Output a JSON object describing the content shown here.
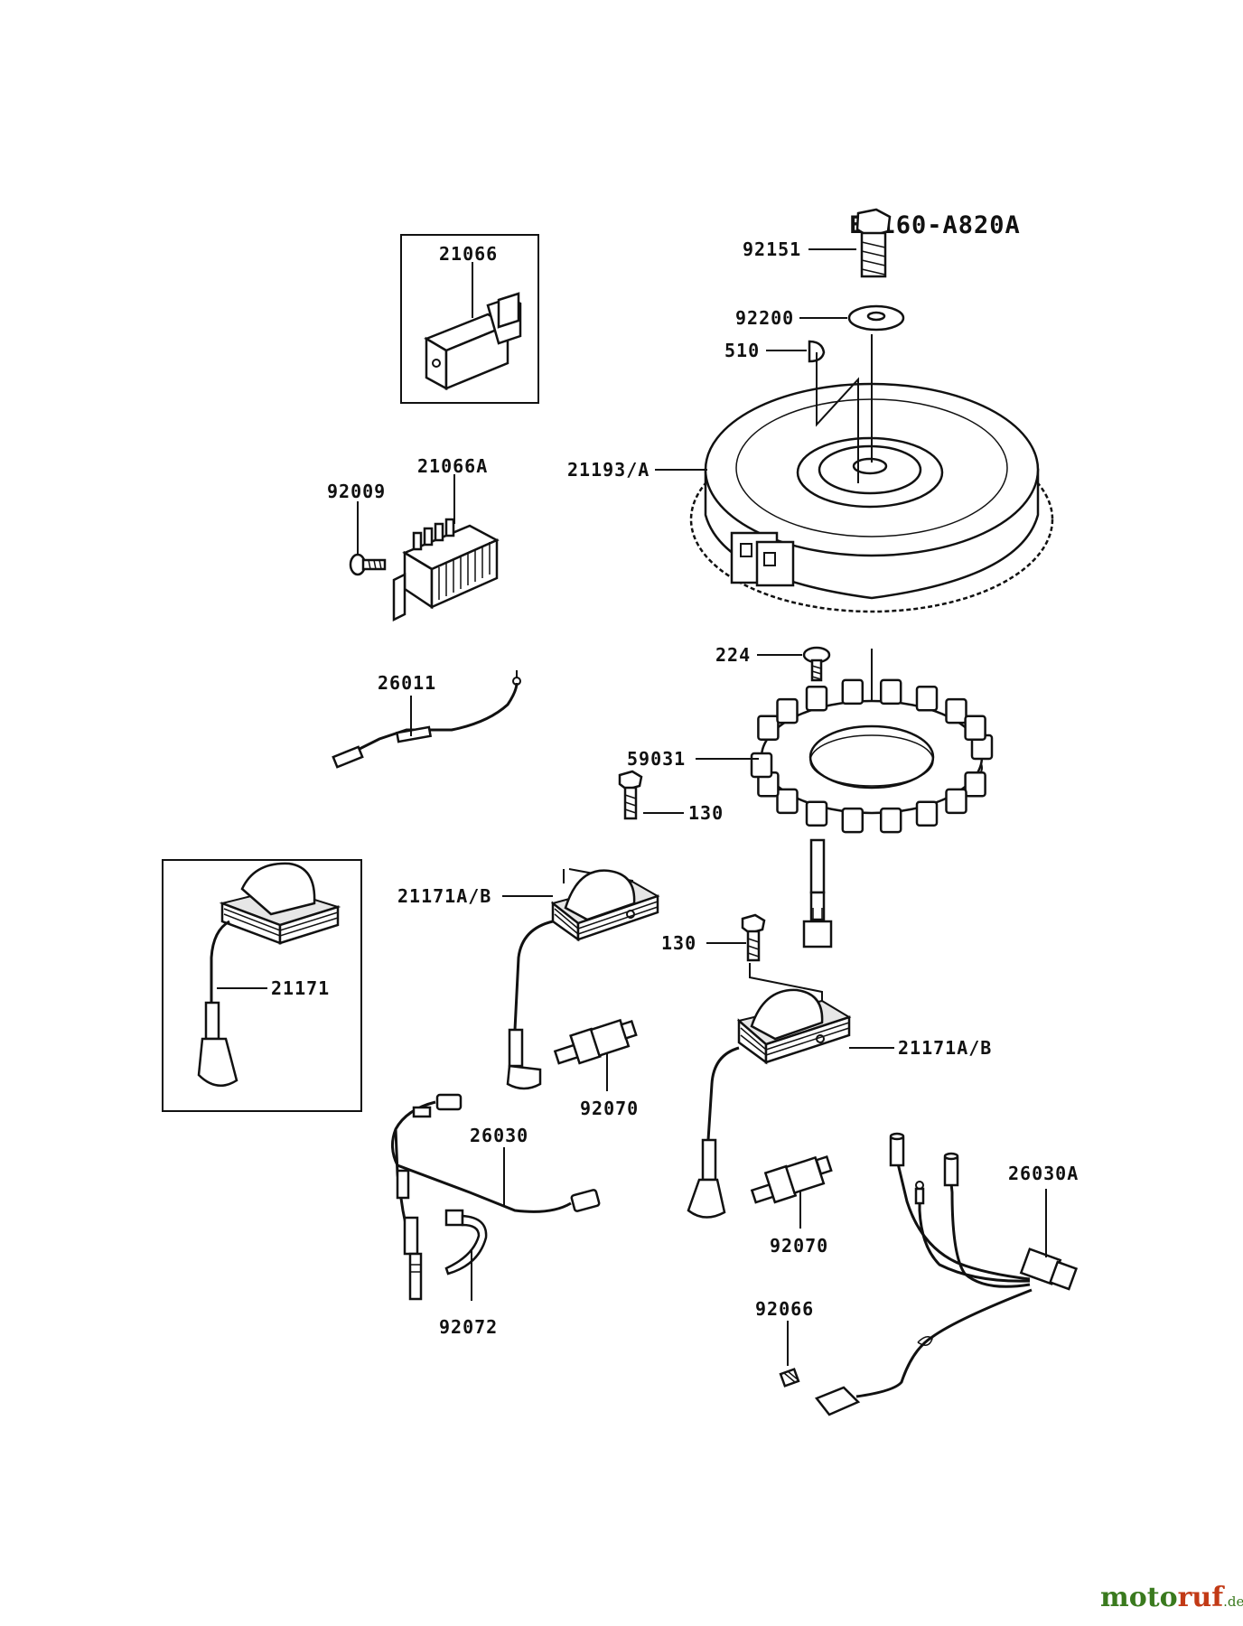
{
  "diagram_code": "E0160-A820A",
  "callouts": {
    "c92151": "92151",
    "c92200": "92200",
    "c510": "510",
    "c21193": "21193/A",
    "c224": "224",
    "c59031": "59031",
    "c21066": "21066",
    "c21066A": "21066A",
    "c92009": "92009",
    "c26011": "26011",
    "c130a": "130",
    "c130b": "130",
    "c21171AB_1": "21171A/B",
    "c21171AB_2": "21171A/B",
    "c21171": "21171",
    "c92070a": "92070",
    "c92070b": "92070",
    "c26030": "26030",
    "c26030A": "26030A",
    "c92072": "92072",
    "c92066": "92066"
  },
  "watermark": {
    "part1": "moto",
    "part2": "ruf",
    "part3": ".de"
  }
}
